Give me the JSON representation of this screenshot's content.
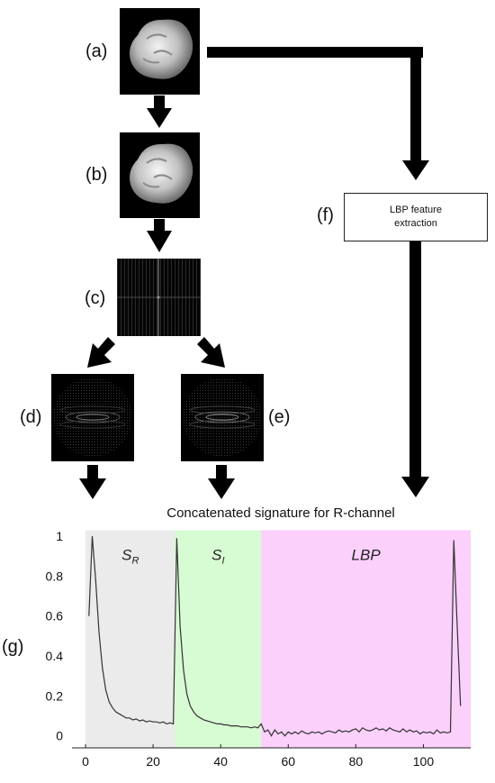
{
  "panels": {
    "a": "(a)",
    "b": "(b)",
    "c": "(c)",
    "d": "(d)",
    "e": "(e)",
    "f": "(f)",
    "g": "(g)"
  },
  "lbp_box": {
    "line1": "LBP feature",
    "line2": "extraction"
  },
  "colors": {
    "arrow": "#000000",
    "region_sr": "#ebebeb",
    "region_si": "#d7fbd3",
    "region_lbp": "#fbd0fb",
    "line": "#333333"
  },
  "chart_data": {
    "type": "line",
    "title": "Concatenated signature for R-channel",
    "xlabel": "",
    "ylabel": "",
    "xlim": [
      -4,
      114
    ],
    "ylim": [
      -0.06,
      1.05
    ],
    "xticks": [
      0,
      20,
      40,
      60,
      80,
      100
    ],
    "yticks": [
      0,
      0.2,
      0.4,
      0.6,
      0.8,
      1
    ],
    "ytick_labels": [
      "0",
      "0.2",
      "0.4",
      "0.6",
      "0.8",
      "1"
    ],
    "regions": [
      {
        "label": "S_R",
        "base": "S",
        "sub": "R",
        "x0": 0,
        "x1": 26.5
      },
      {
        "label": "S_I",
        "base": "S",
        "sub": "I",
        "x0": 26.5,
        "x1": 52
      },
      {
        "label": "LBP",
        "base": "LBP",
        "sub": "",
        "x0": 52,
        "x1": 114
      }
    ],
    "series": [
      {
        "x": [
          1,
          2,
          3,
          4,
          5,
          6,
          7,
          8,
          9,
          10,
          11,
          12,
          13,
          14,
          15,
          16,
          17,
          18,
          19,
          20,
          21,
          22,
          23,
          24,
          25,
          26,
          27,
          28,
          29,
          30,
          31,
          32,
          33,
          34,
          35,
          36,
          37,
          38,
          39,
          40,
          41,
          42,
          43,
          44,
          45,
          46,
          47,
          48,
          49,
          50,
          51,
          52,
          53,
          54,
          55,
          56,
          57,
          58,
          59,
          60,
          61,
          62,
          63,
          64,
          65,
          66,
          67,
          68,
          69,
          70,
          71,
          72,
          73,
          74,
          75,
          76,
          77,
          78,
          79,
          80,
          81,
          82,
          83,
          84,
          85,
          86,
          87,
          88,
          89,
          90,
          91,
          92,
          93,
          94,
          95,
          96,
          97,
          98,
          99,
          100,
          101,
          102,
          103,
          104,
          105,
          106,
          107,
          108,
          109,
          110,
          111
        ],
        "y": [
          0.6,
          1.0,
          0.78,
          0.52,
          0.34,
          0.23,
          0.17,
          0.14,
          0.12,
          0.11,
          0.1,
          0.09,
          0.09,
          0.08,
          0.085,
          0.075,
          0.08,
          0.07,
          0.075,
          0.07,
          0.07,
          0.065,
          0.07,
          0.06,
          0.065,
          0.06,
          0.99,
          0.55,
          0.33,
          0.21,
          0.15,
          0.12,
          0.1,
          0.09,
          0.08,
          0.075,
          0.07,
          0.065,
          0.06,
          0.06,
          0.055,
          0.055,
          0.05,
          0.05,
          0.05,
          0.045,
          0.045,
          0.045,
          0.04,
          0.045,
          0.04,
          0.06,
          0.02,
          0.03,
          0.0,
          0.03,
          0.01,
          0.02,
          0.0,
          0.02,
          0.01,
          0.02,
          0.01,
          0.025,
          0.015,
          0.01,
          0.02,
          0.015,
          0.02,
          0.01,
          0.02,
          0.025,
          0.02,
          0.015,
          0.03,
          0.02,
          0.025,
          0.02,
          0.03,
          0.035,
          0.02,
          0.04,
          0.03,
          0.025,
          0.03,
          0.04,
          0.03,
          0.035,
          0.025,
          0.04,
          0.03,
          0.025,
          0.02,
          0.035,
          0.02,
          0.03,
          0.02,
          0.025,
          0.01,
          0.02,
          0.015,
          0.02,
          0.01,
          0.03,
          0.015,
          0.02,
          0.015,
          0.02,
          0.98,
          0.55,
          0.15
        ]
      }
    ]
  }
}
